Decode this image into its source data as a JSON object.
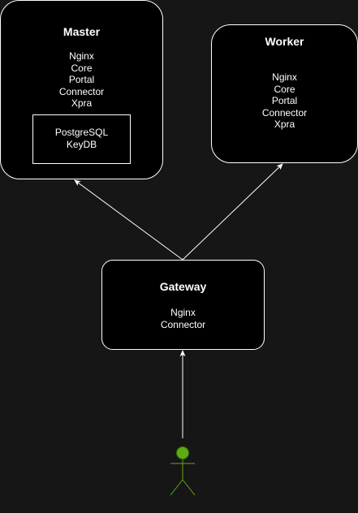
{
  "colors": {
    "background": "#161616",
    "node_fill": "#000000",
    "stroke": "#ffffff",
    "text": "#ffffff",
    "actor_fill": "#60a917",
    "actor_stroke": "#2d7600"
  },
  "master": {
    "title": "Master",
    "services": [
      "Nginx",
      "Core",
      "Portal",
      "Connector",
      "Xpra"
    ],
    "datastores": [
      "PostgreSQL",
      "KeyDB"
    ]
  },
  "worker": {
    "title": "Worker",
    "services": [
      "Nginx",
      "Core",
      "Portal",
      "Connector",
      "Xpra"
    ]
  },
  "gateway": {
    "title": "Gateway",
    "services": [
      "Nginx",
      "Connector"
    ]
  },
  "actor": {
    "icon": "user-actor-icon"
  }
}
